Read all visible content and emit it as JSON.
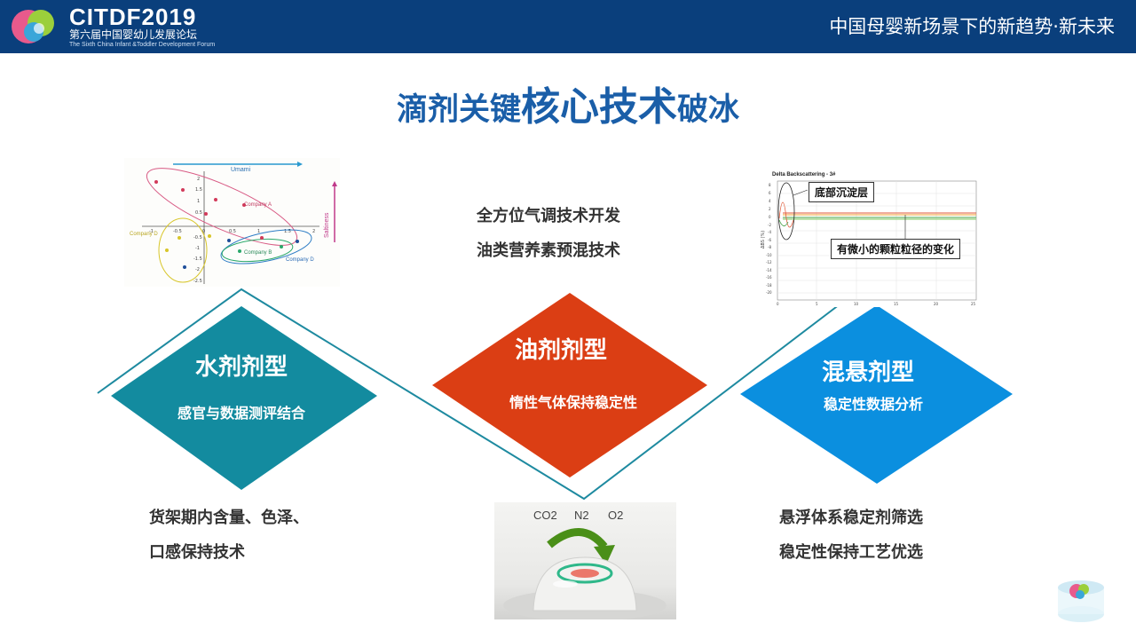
{
  "header": {
    "logo_title": "CITDF2019",
    "logo_cn": "第六届中国婴幼儿发展论坛",
    "logo_en": "The Sixth China Infant &Toddler Development Forum",
    "slogan": "中国母婴新场景下的新趋势·新未来"
  },
  "title": {
    "part1": "滴剂关键",
    "part2": "核心技术",
    "part3": "破冰"
  },
  "diamonds": [
    {
      "title": "水剂剂型",
      "subtitle": "感官与数据测评结合",
      "color": "#138b9f"
    },
    {
      "title": "油剂剂型",
      "subtitle": "惰性气体保持稳定性",
      "color": "#db3e14"
    },
    {
      "title": "混悬剂型",
      "subtitle": "稳定性数据分析",
      "color": "#0b8fdf"
    }
  ],
  "center_points": [
    "全方位气调技术开发",
    "油类营养素预混技术"
  ],
  "left_points": [
    "货架期内含量、色泽、",
    "口感保持技术"
  ],
  "right_points": [
    "悬浮体系稳定剂筛选",
    "稳定性保持工艺优选"
  ],
  "scatter_image": {
    "x_label": "Umami",
    "y_label": "Saltiness",
    "companies": [
      "Company A",
      "Company B",
      "Company D",
      "Company D"
    ],
    "x_ticks": [
      "-1",
      "-0.5",
      "0",
      "0.5",
      "1",
      "1.5",
      "2"
    ],
    "y_ticks": [
      "2",
      "1.5",
      "1",
      "0.5",
      "-0.5",
      "-1",
      "-1.5",
      "-2",
      "-2.5"
    ]
  },
  "backscatter_image": {
    "title": "Delta Backscattering - 3#",
    "y_label": "ΔBS (%)",
    "annotation_1": "底部沉淀层",
    "annotation_2": "有微小的颗粒粒径的变化",
    "y_ticks": [
      "8",
      "6",
      "4",
      "2",
      "0",
      "-2",
      "-4",
      "-6",
      "-8",
      "-10",
      "-12",
      "-14",
      "-16",
      "-18",
      "-20"
    ],
    "x_ticks": [
      "0",
      "5",
      "10",
      "15",
      "20",
      "25"
    ]
  },
  "gas_image": {
    "labels": [
      "CO2",
      "N2",
      "O2"
    ]
  },
  "colors": {
    "header_bg": "#0a3f7c",
    "title": "#1a5ea8",
    "line": "#1e8aa0"
  }
}
